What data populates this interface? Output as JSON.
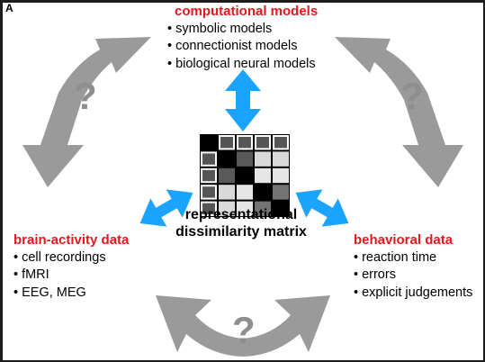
{
  "panel_label": "A",
  "computational": {
    "title": "computational models",
    "items": [
      "symbolic models",
      "connectionist models",
      "biological neural models"
    ]
  },
  "brain": {
    "title": "brain-activity data",
    "items": [
      "cell recordings",
      "fMRI",
      "EEG, MEG"
    ]
  },
  "behavioral": {
    "title": "behavioral data",
    "items": [
      "reaction time",
      "errors",
      "explicit judgements"
    ]
  },
  "rdm_caption": {
    "line1": "representational",
    "line2": "dissimilarity matrix"
  },
  "question_mark": "?",
  "colors": {
    "title_red": "#e8171d",
    "arrow_blue": "#1aa3ff",
    "arrow_gray": "#9a9a9a"
  },
  "rdm_matrix": [
    [
      0,
      1,
      1,
      1,
      1
    ],
    [
      1,
      0,
      0.35,
      0.85,
      0.85
    ],
    [
      1,
      0.35,
      0,
      0.9,
      0.9
    ],
    [
      1,
      0.85,
      0.9,
      0,
      0.45
    ],
    [
      1,
      0.85,
      0.9,
      0.45,
      0
    ]
  ]
}
